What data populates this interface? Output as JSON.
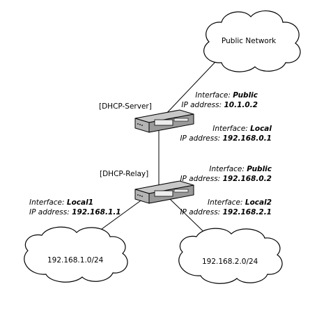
{
  "clouds": {
    "public_network": "Public Network",
    "subnet1": "192.168.1.0/24",
    "subnet2": "192.168.2.0/24"
  },
  "devices": {
    "server": {
      "name": "[DHCP-Server]",
      "interfaces": [
        {
          "label": "Interface:",
          "name": "Public",
          "ip_label": "IP address:",
          "ip": "10.1.0.2"
        },
        {
          "label": "Interface:",
          "name": "Local",
          "ip_label": "IP address:",
          "ip": "192.168.0.1"
        }
      ]
    },
    "relay": {
      "name": "[DHCP-Relay]",
      "interfaces": [
        {
          "label": "Interface:",
          "name": "Public",
          "ip_label": "IP address:",
          "ip": "192.168.0.2"
        },
        {
          "label": "Interface:",
          "name": "Local1",
          "ip_label": "IP address:",
          "ip": "192.168.1.1"
        },
        {
          "label": "Interface:",
          "name": "Local2",
          "ip_label": "IP address:",
          "ip": "192.168.2.1"
        }
      ]
    }
  }
}
